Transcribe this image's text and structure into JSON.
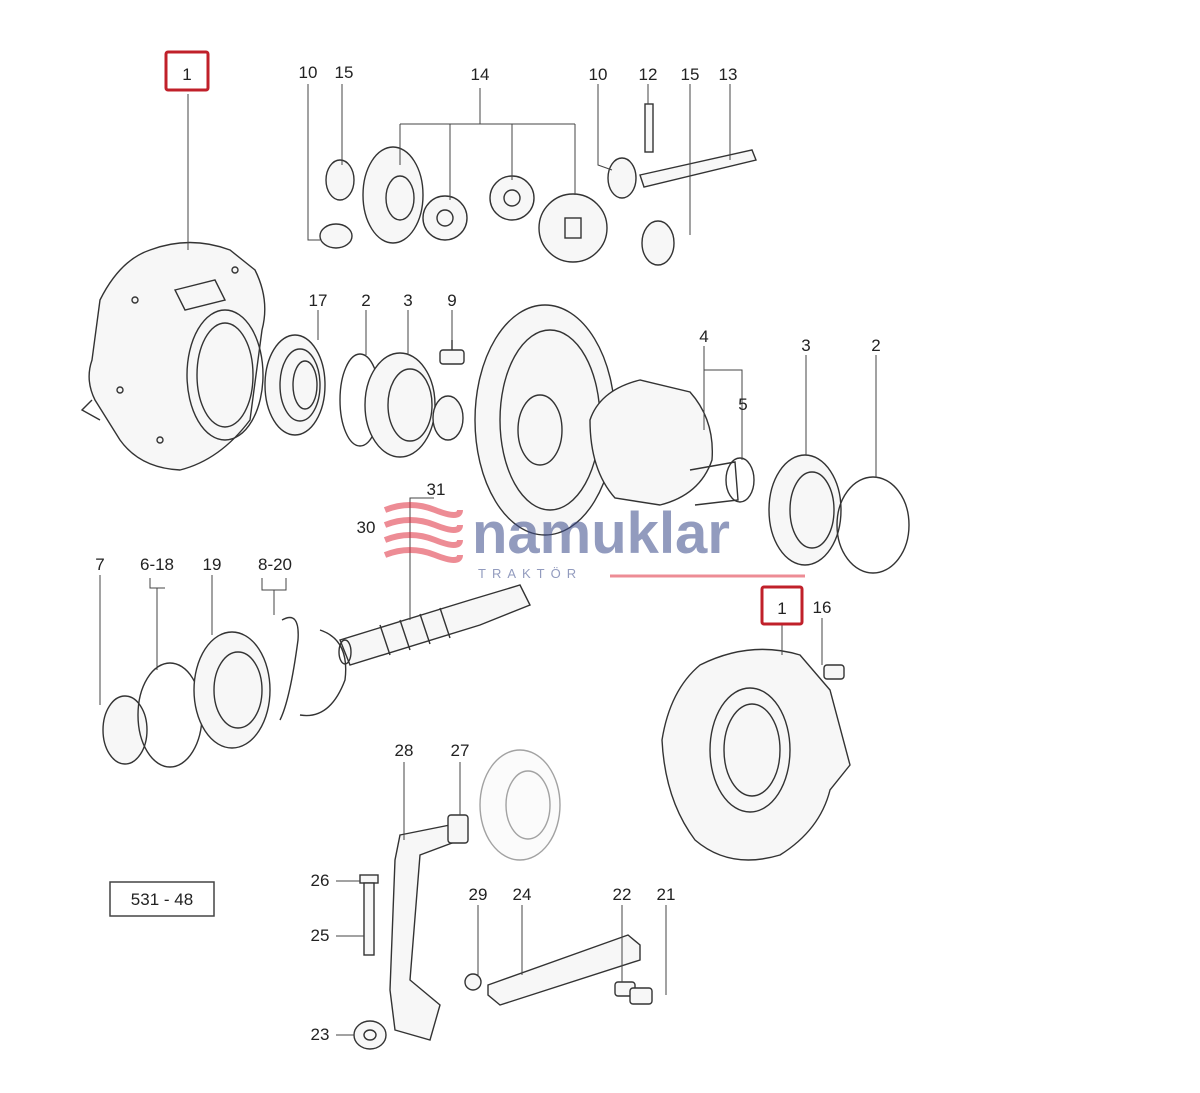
{
  "diagram": {
    "reference_code": "531 - 48",
    "highlight_color": "#c0202a",
    "line_color": "#333333",
    "highlighted_labels": [
      {
        "text": "1"
      },
      {
        "text": "1"
      }
    ],
    "callouts": [
      {
        "text": "10"
      },
      {
        "text": "15"
      },
      {
        "text": "14"
      },
      {
        "text": "10"
      },
      {
        "text": "12"
      },
      {
        "text": "15"
      },
      {
        "text": "13"
      },
      {
        "text": "17"
      },
      {
        "text": "2"
      },
      {
        "text": "3"
      },
      {
        "text": "9"
      },
      {
        "text": "4"
      },
      {
        "text": "3"
      },
      {
        "text": "2"
      },
      {
        "text": "5"
      },
      {
        "text": "31"
      },
      {
        "text": "30"
      },
      {
        "text": "7"
      },
      {
        "text": "6-18"
      },
      {
        "text": "19"
      },
      {
        "text": "8-20"
      },
      {
        "text": "16"
      },
      {
        "text": "28"
      },
      {
        "text": "27"
      },
      {
        "text": "26"
      },
      {
        "text": "25"
      },
      {
        "text": "29"
      },
      {
        "text": "24"
      },
      {
        "text": "22"
      },
      {
        "text": "21"
      },
      {
        "text": "23"
      }
    ]
  },
  "watermark": {
    "brand": "namuklar",
    "sub": "TRAKTÖR",
    "color": "#e03040",
    "text_color": "#3a4a8a"
  }
}
